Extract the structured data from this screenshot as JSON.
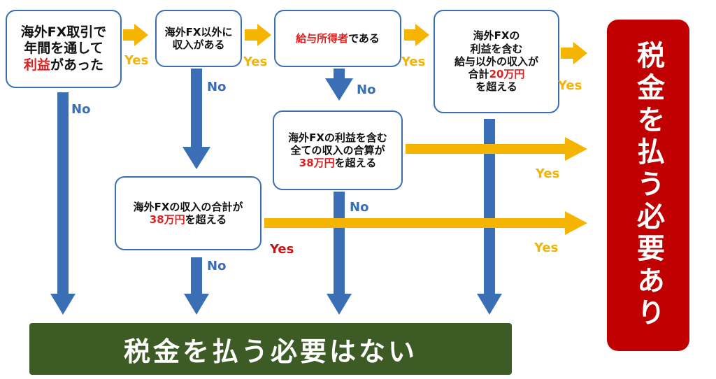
{
  "box1": {
    "line1": "海外FX取引で",
    "line2": "年間を通して",
    "line3_red": "利益",
    "line3_rest": "があった"
  },
  "box2": {
    "line1": "海外FX以外に",
    "line2": "収入がある"
  },
  "box3": {
    "red": "給与所得者",
    "rest": "である"
  },
  "box4": {
    "line1": "海外FXの",
    "line2": "利益を含む",
    "line3": "給与以外の収入が",
    "line4_pre": "合計",
    "line4_red": "20万円",
    "line5": "を超える"
  },
  "box5": {
    "line1": "海外FXの利益を含む",
    "line2": "全ての収入の合算が",
    "line3_red": "38万円",
    "line3_rest": "を超える"
  },
  "box6": {
    "line1": "海外FXの収入の合計が",
    "line2_red": "38万円",
    "line2_rest": "を超える"
  },
  "labels": {
    "yes": "Yes",
    "no": "No"
  },
  "result_no": "税金を払う必要はない",
  "result_yes": "税金を払う必要あり",
  "colors": {
    "blue": "#3b6fb5",
    "yellow": "#f5b400",
    "red": "#e02020",
    "green": "#3d5b24",
    "darkred": "#c00000"
  }
}
